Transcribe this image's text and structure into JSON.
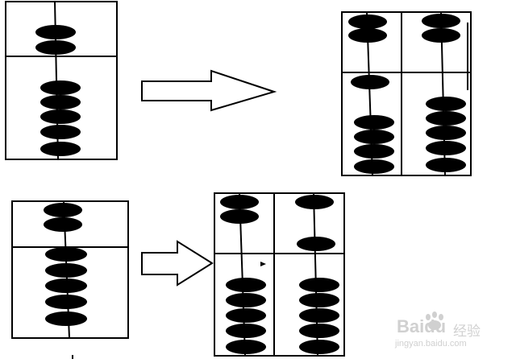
{
  "watermark": {
    "logo": "Baidu",
    "cn": "经验",
    "url": "jingyan.baidu.com",
    "color": "#d0d0d0"
  },
  "colors": {
    "ink": "#000000",
    "paper": "#ffffff"
  },
  "abacuses": [
    {
      "id": "top-left-abacus",
      "rods": [
        {
          "upper": 2,
          "lower": 5
        }
      ]
    },
    {
      "id": "top-right-abacus",
      "rods": [
        {
          "upper": 2,
          "lower": 5
        },
        {
          "upper": 2,
          "lower": 5
        }
      ]
    },
    {
      "id": "bottom-left-abacus",
      "rods": [
        {
          "upper": 2,
          "lower": 5
        }
      ]
    },
    {
      "id": "bottom-right-abacus",
      "rods": [
        {
          "upper": 2,
          "lower": 5
        },
        {
          "upper": 2,
          "lower": 5
        }
      ]
    }
  ]
}
